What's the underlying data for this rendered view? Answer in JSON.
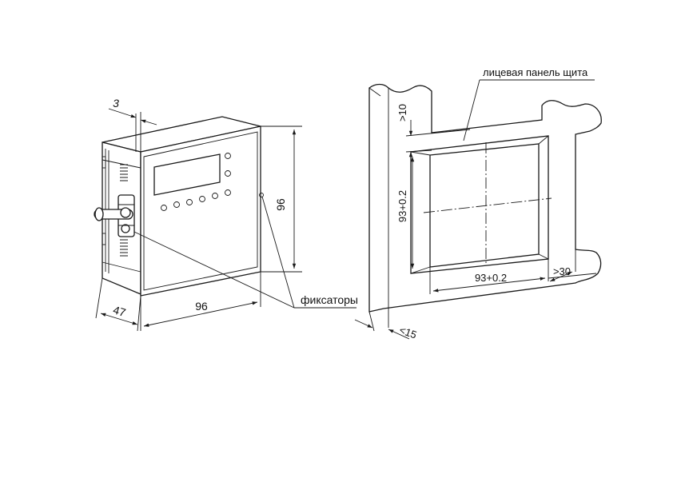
{
  "device": {
    "depth_label": "47",
    "width_label": "96",
    "height_label": "96",
    "gap_label": "3",
    "latches_label": "фиксаторы"
  },
  "panel": {
    "title_label": "лицевая панель щита",
    "top_margin_label": ">10",
    "cutout_height_label": "93+0.2",
    "cutout_width_label": "93+0.2",
    "side_margin_label": ">30",
    "thickness_label": "<15"
  }
}
